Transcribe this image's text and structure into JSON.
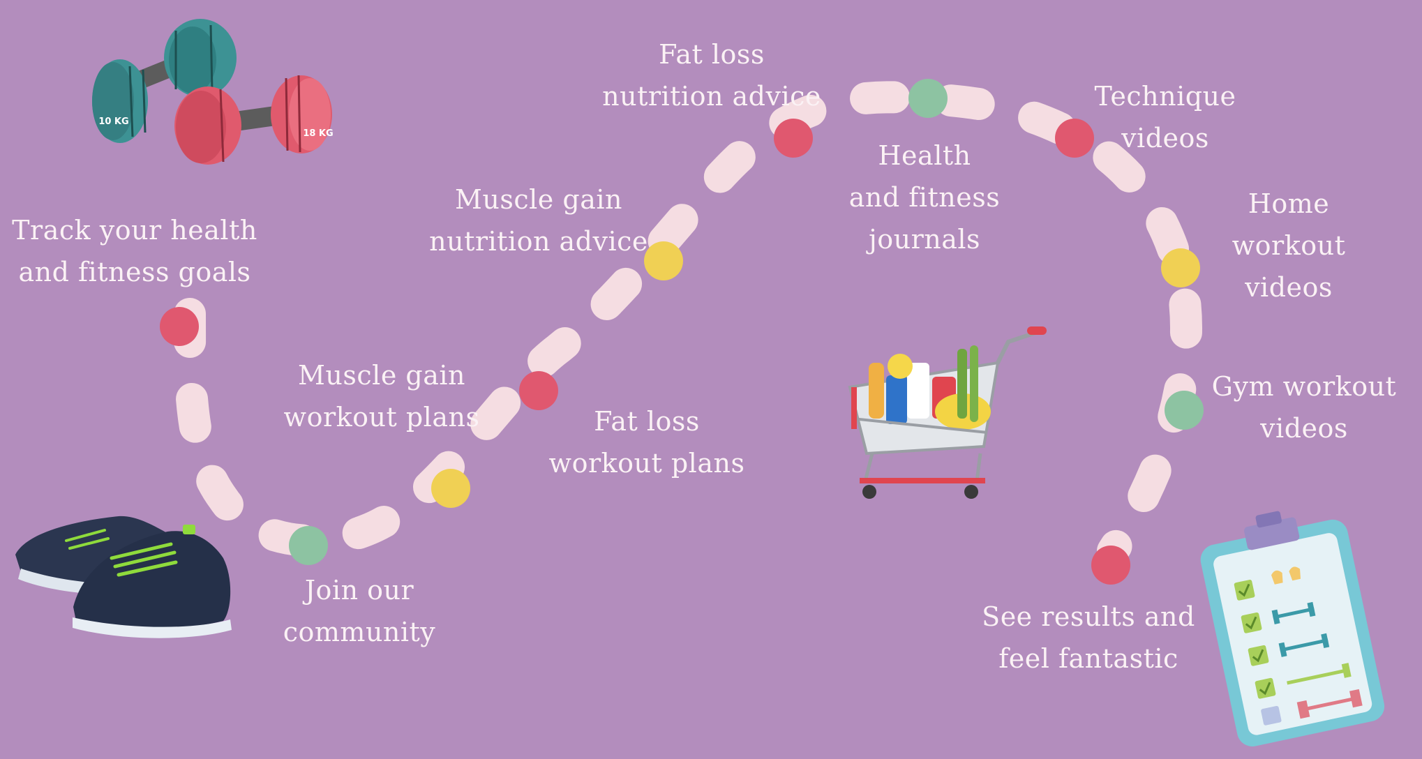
{
  "colors": {
    "background": "#b38dbd",
    "path": "#f5dde2",
    "label_text": "#fbf2f5",
    "dot_red": "#e0586f",
    "dot_yellow": "#f0d054",
    "dot_green": "#8dc3a2"
  },
  "illustrations": {
    "dumbbells": "dumbbells-icon",
    "dumbbell_left_weight": "10 KG",
    "dumbbell_right_weight": "18 KG",
    "sneakers": "sneakers-icon",
    "shopping_cart": "shopping-cart-icon",
    "clipboard": "workout-checklist-icon"
  },
  "steps": [
    {
      "id": "track-goals",
      "dot": "red",
      "lines": [
        "Track your health",
        "and fitness goals"
      ]
    },
    {
      "id": "join-community",
      "dot": "green",
      "lines": [
        "Join our",
        "community"
      ]
    },
    {
      "id": "muscle-gain-workout-plans",
      "dot": "yellow",
      "lines": [
        "Muscle gain",
        "workout plans"
      ]
    },
    {
      "id": "fat-loss-workout-plans",
      "dot": "red",
      "lines": [
        "Fat loss",
        "workout plans"
      ]
    },
    {
      "id": "muscle-gain-nutrition-advice",
      "dot": "yellow",
      "lines": [
        "Muscle gain",
        "nutrition advice"
      ]
    },
    {
      "id": "fat-loss-nutrition-advice",
      "dot": "red",
      "lines": [
        "Fat loss",
        "nutrition advice"
      ]
    },
    {
      "id": "health-fitness-journals",
      "dot": "green",
      "lines": [
        "Health",
        "and fitness",
        "journals"
      ]
    },
    {
      "id": "technique-videos",
      "dot": "red",
      "lines": [
        "Technique",
        "videos"
      ]
    },
    {
      "id": "home-workout-videos",
      "dot": "yellow",
      "lines": [
        "Home",
        "workout",
        "videos"
      ]
    },
    {
      "id": "gym-workout-videos",
      "dot": "green",
      "lines": [
        "Gym workout",
        "videos"
      ]
    },
    {
      "id": "see-results",
      "dot": "red",
      "lines": [
        "See results and",
        "feel fantastic"
      ]
    }
  ]
}
